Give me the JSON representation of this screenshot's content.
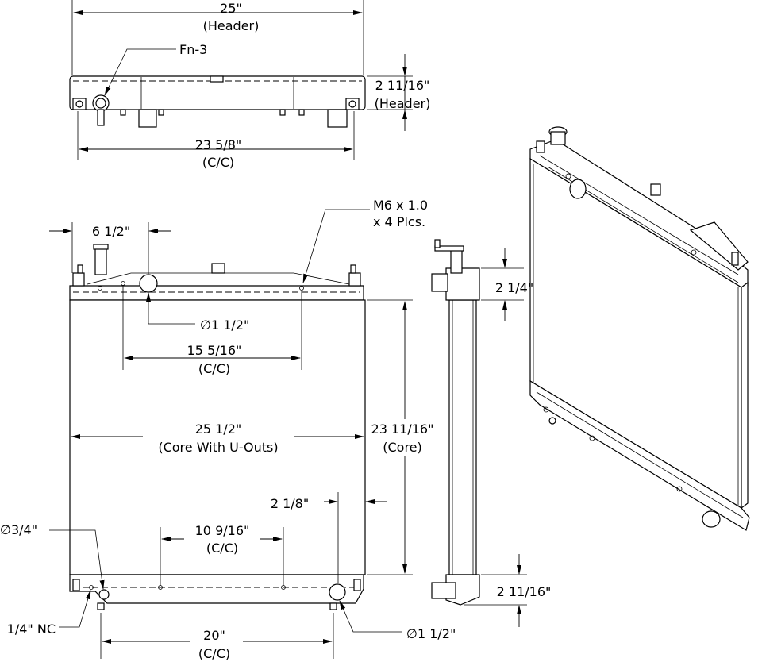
{
  "top_view": {
    "header_width": "25\"",
    "header_width_note": "(Header)",
    "fill_neck_label": "Fn-3",
    "header_height": "2 11/16\"",
    "header_height_note": "(Header)",
    "mount_cc": "23 5/8\"",
    "mount_cc_note": "(C/C)"
  },
  "front_view": {
    "bolt_label_1": "M6 x 1.0",
    "bolt_label_2": "x 4 Plcs.",
    "inlet_offset": "6 1/2\"",
    "inlet_diameter": "∅1 1/2\"",
    "top_bolt_cc": "15 5/16\"",
    "top_bolt_cc_note": "(C/C)",
    "core_width": "25 1/2\"",
    "core_width_note": "(Core With U-Outs)",
    "core_height": "23 11/16\"",
    "core_height_note": "(Core)",
    "outlet_offset": "2 1/8\"",
    "bottom_bolt_cc": "10 9/16\"",
    "bottom_bolt_cc_note": "(C/C)",
    "drain_diameter": "∅3/4\"",
    "drain_thread": "1/4\" NC",
    "outlet_diameter": "∅1 1/2\"",
    "bottom_mount_cc": "20\"",
    "bottom_mount_cc_note": "(C/C)"
  },
  "side_view": {
    "top_tank_depth": "2 1/4\"",
    "bottom_tank_depth": "2 11/16\""
  }
}
